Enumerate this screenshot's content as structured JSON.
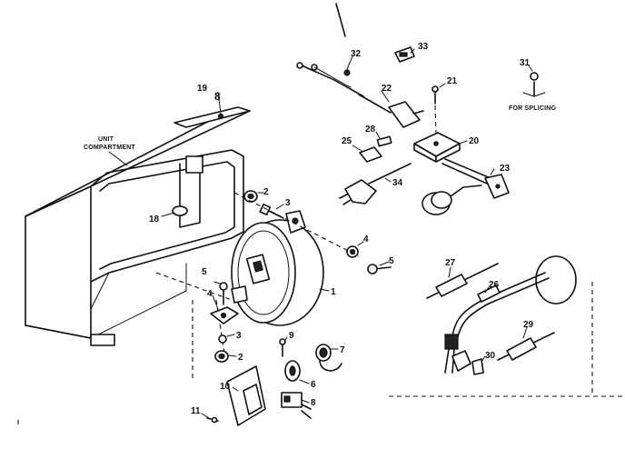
{
  "labels": {
    "unit_compartment_line1": "UNIT",
    "unit_compartment_line2": "COMPARTMENT",
    "for_splicing": "FOR SPLICING"
  },
  "callouts": {
    "c1": "1",
    "c2a": "2",
    "c2b": "2",
    "c3a": "3",
    "c3b": "3",
    "c4a": "4",
    "c4b": "4",
    "c5a": "5",
    "c5b": "5",
    "c6": "6",
    "c7": "7",
    "c8": "8",
    "c9": "9",
    "c10": "10",
    "c11": "11",
    "c18": "18",
    "c19": "19",
    "c20": "20",
    "c21": "21",
    "c22": "22",
    "c23": "23",
    "c25": "25",
    "c26": "26",
    "c27": "27",
    "c28": "28",
    "c29": "29",
    "c30": "30",
    "c31": "31",
    "c32": "32",
    "c33": "33",
    "c34": "34"
  }
}
